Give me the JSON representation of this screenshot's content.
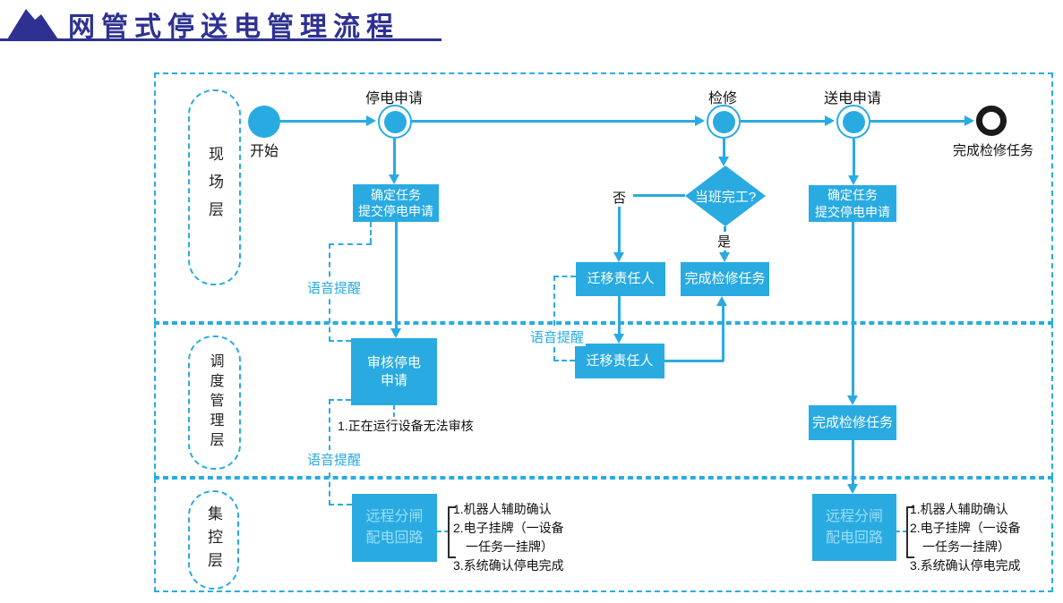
{
  "title": "网管式停送电管理流程",
  "lanes": {
    "field": "现场层",
    "dispatch": "调度管理层",
    "central": "集控层"
  },
  "events": {
    "start": "开始",
    "outage_request": "停电申请",
    "maintenance": "检修",
    "power_on_request": "送电申请",
    "end_label": "完成检修任务"
  },
  "decision": {
    "question": "当班完工?",
    "no": "否",
    "yes": "是"
  },
  "tasks": {
    "confirm_line1": "确定任务",
    "confirm_line2": "提交停电申请",
    "review_line1": "审核停电",
    "review_line2": "申请",
    "transfer": "迁移责任人",
    "complete": "完成检修任务",
    "remote_line1": "远程分闸",
    "remote_line2": "配电回路"
  },
  "annotations": {
    "voice": "语音提醒",
    "review_note": "1.正在运行设备无法审核"
  },
  "checklist": [
    "1.机器人辅助确认",
    "2.电子挂牌（一设备",
    "一任务一挂牌）",
    "3.系统确认停电完成"
  ],
  "colors": {
    "accent": "#29abe2",
    "title": "#2e3192",
    "end_ring": "#1a1a1a",
    "box_text": "#ffffff",
    "remote_box_text": "#9adef8"
  }
}
